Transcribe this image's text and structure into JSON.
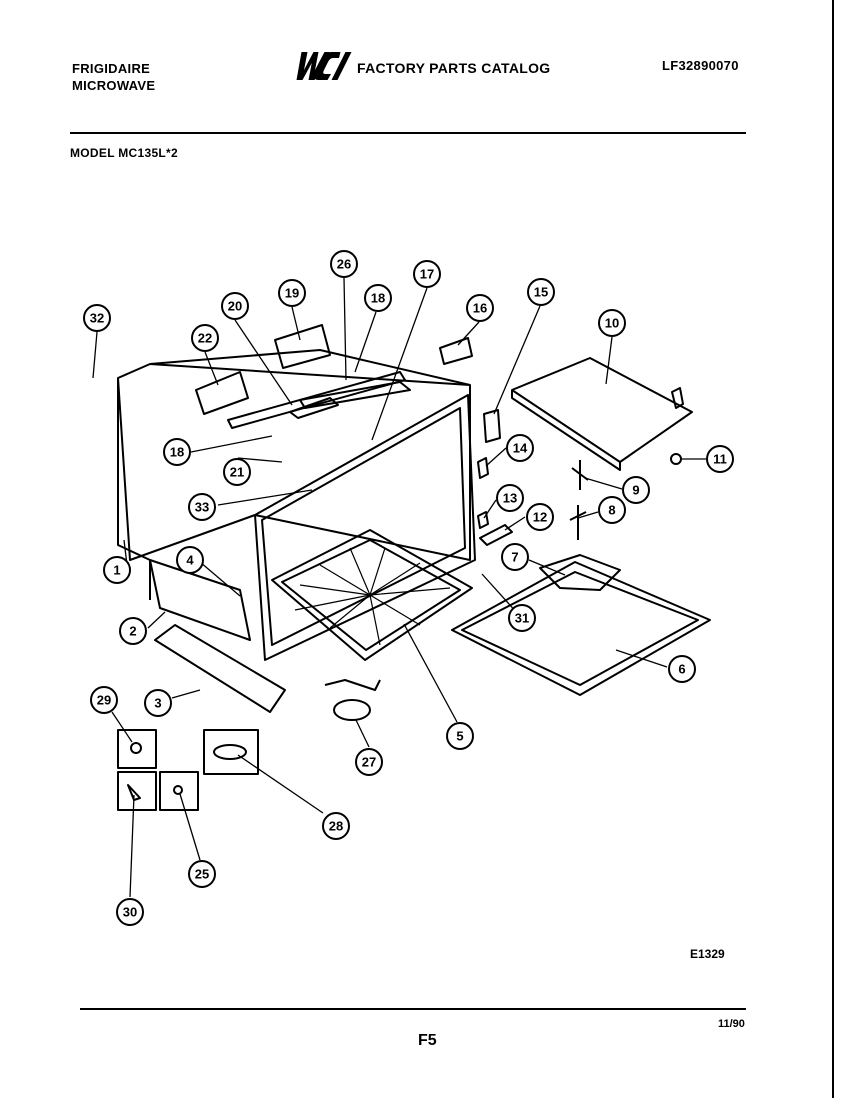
{
  "header": {
    "brand_line1": "FRIGIDAIRE",
    "brand_line2": "MICROWAVE",
    "logo_text": "WCI",
    "catalog_title": "FACTORY PARTS CATALOG",
    "part_number": "LF32890070",
    "model_label": "MODEL MC135L*2"
  },
  "footer": {
    "figure_code": "E1329",
    "page_code": "F5",
    "date": "11/90"
  },
  "callouts": [
    {
      "id": "c32",
      "label": "32"
    },
    {
      "id": "c22",
      "label": "22"
    },
    {
      "id": "c20",
      "label": "20"
    },
    {
      "id": "c19",
      "label": "19"
    },
    {
      "id": "c26",
      "label": "26"
    },
    {
      "id": "c18a",
      "label": "18"
    },
    {
      "id": "c17",
      "label": "17"
    },
    {
      "id": "c16",
      "label": "16"
    },
    {
      "id": "c15",
      "label": "15"
    },
    {
      "id": "c10",
      "label": "10"
    },
    {
      "id": "c18b",
      "label": "18"
    },
    {
      "id": "c21",
      "label": "21"
    },
    {
      "id": "c14",
      "label": "14"
    },
    {
      "id": "c11",
      "label": "11"
    },
    {
      "id": "c9",
      "label": "9"
    },
    {
      "id": "c33",
      "label": "33"
    },
    {
      "id": "c13",
      "label": "13"
    },
    {
      "id": "c12",
      "label": "12"
    },
    {
      "id": "c8",
      "label": "8"
    },
    {
      "id": "c1",
      "label": "1"
    },
    {
      "id": "c4",
      "label": "4"
    },
    {
      "id": "c7",
      "label": "7"
    },
    {
      "id": "c31",
      "label": "31"
    },
    {
      "id": "c2",
      "label": "2"
    },
    {
      "id": "c6",
      "label": "6"
    },
    {
      "id": "c3",
      "label": "3"
    },
    {
      "id": "c29",
      "label": "29"
    },
    {
      "id": "c5",
      "label": "5"
    },
    {
      "id": "c27",
      "label": "27"
    },
    {
      "id": "c28",
      "label": "28"
    },
    {
      "id": "c25",
      "label": "25"
    },
    {
      "id": "c30",
      "label": "30"
    }
  ]
}
